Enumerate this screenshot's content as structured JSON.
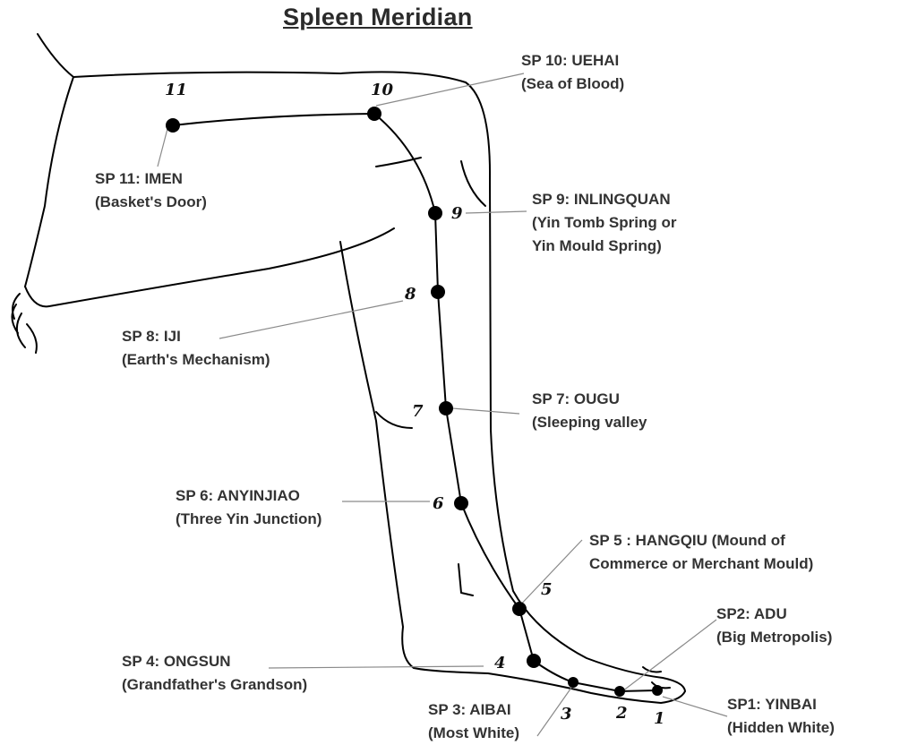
{
  "title": "Spleen Meridian",
  "colors": {
    "outline": "#000000",
    "leader_line": "#8a8a8a",
    "point": "#000000",
    "text": "#333333"
  },
  "points": [
    {
      "id": "sp1",
      "number": "1",
      "code": "SP1: YINBAI",
      "name_lines": [
        "(Hidden White)"
      ]
    },
    {
      "id": "sp2",
      "number": "2",
      "code": "SP2: ADU",
      "name_lines": [
        "(Big Metropolis)"
      ]
    },
    {
      "id": "sp3",
      "number": "3",
      "code": "SP 3: AIBAI",
      "name_lines": [
        "(Most White)"
      ]
    },
    {
      "id": "sp4",
      "number": "4",
      "code": "SP 4: ONGSUN",
      "name_lines": [
        "(Grandfather's Grandson)"
      ]
    },
    {
      "id": "sp5",
      "number": "5",
      "code": "SP 5 : HANGQIU (Mound of",
      "name_lines": [
        "Commerce or Merchant Mould)"
      ]
    },
    {
      "id": "sp6",
      "number": "6",
      "code": "SP 6: ANYINJIAO",
      "name_lines": [
        "(Three Yin Junction)"
      ]
    },
    {
      "id": "sp7",
      "number": "7",
      "code": "SP 7: OUGU",
      "name_lines": [
        "(Sleeping valley"
      ]
    },
    {
      "id": "sp8",
      "number": "8",
      "code": "SP 8: IJI",
      "name_lines": [
        "(Earth's Mechanism)"
      ]
    },
    {
      "id": "sp9",
      "number": "9",
      "code": "SP 9: INLINGQUAN",
      "name_lines": [
        "(Yin Tomb Spring or",
        "Yin Mould Spring)"
      ]
    },
    {
      "id": "sp10",
      "number": "10",
      "code": "SP 10: UEHAI",
      "name_lines": [
        "(Sea of Blood)"
      ]
    },
    {
      "id": "sp11",
      "number": "11",
      "code": "SP 11: IMEN",
      "name_lines": [
        "(Basket's Door)"
      ]
    }
  ]
}
